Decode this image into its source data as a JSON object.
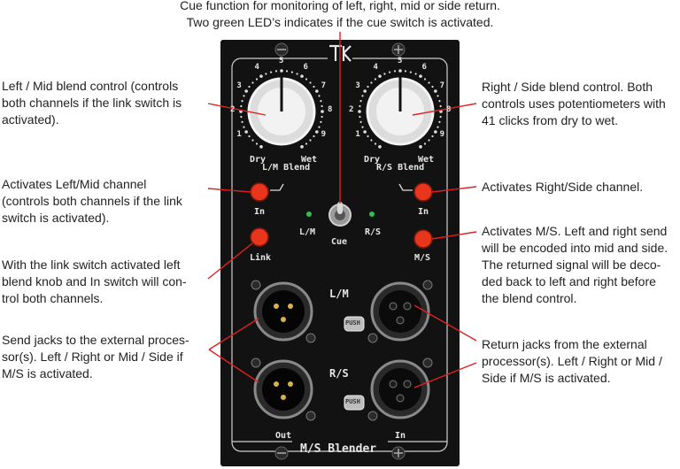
{
  "annotations": {
    "cue": [
      "Cue function for monitoring  of left, right, mid or side return.",
      "Two green LED’s indicates if the cue switch is activated."
    ],
    "left_blend": [
      "Left / Mid blend control (controls",
      "both channels if the link switch is",
      "activated)."
    ],
    "right_blend": [
      "Right / Side blend control. Both",
      "controls uses potentiometers with",
      "41 clicks from dry to wet."
    ],
    "left_in": [
      "Activates Left/Mid channel",
      "(controls both channels if the link",
      "switch is activated)."
    ],
    "right_in": [
      "Activates Right/Side channel."
    ],
    "ms": [
      "Activates M/S. Left and right send",
      "will be encoded into mid and side.",
      "The returned signal will be deco-",
      "ded back to left and right before",
      "the blend control."
    ],
    "link": [
      "With the link switch activated left",
      "blend knob and In switch will con-",
      "trol both channels."
    ],
    "send": [
      "Send jacks to the external proces-",
      "sor(s). Left / Right or Mid / Side if",
      "M/S is activated."
    ],
    "return": [
      "Return jacks from the external",
      "processor(s). Left / Right or Mid /",
      "Side if M/S is activated."
    ]
  },
  "panel": {
    "logo": "TK",
    "knob_scale": [
      "1",
      "2",
      "3",
      "4",
      "5",
      "6",
      "7",
      "8",
      "9"
    ],
    "dry_label": "Dry",
    "wet_label": "Wet",
    "left_knob_label": "L/M Blend",
    "right_knob_label": "R/S Blend",
    "in_label": "In",
    "link_label": "Link",
    "ms_label": "M/S",
    "cue_label": "Cue",
    "lm_label": "L/M",
    "rs_label": "R/S",
    "xlr_lm_label": "L/M",
    "xlr_rs_label": "R/S",
    "push_label": "PUSH",
    "out_label": "Out",
    "ret_in_label": "In",
    "module_name": "M/S Blender"
  },
  "colors": {
    "panel": "#121212",
    "button_red": "#e8351c",
    "led_green": "#2fbf4a",
    "leader_red": "#e02020",
    "xlr_gold": "#d8b24a"
  }
}
